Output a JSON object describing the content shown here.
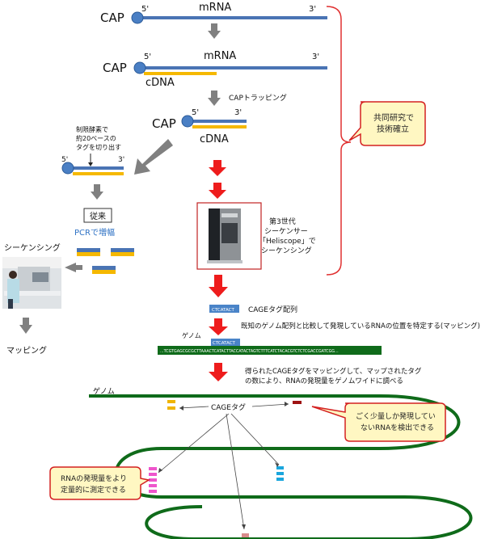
{
  "labels": {
    "cap": "CAP",
    "five_prime": "5'",
    "three_prime": "3'",
    "mrna": "mRNA",
    "cdna": "cDNA",
    "cap_trapping": "CAPトラッピング",
    "restriction": [
      "制限酵素で",
      "約20ベースの",
      "タグを切り出す"
    ],
    "conventional": "従来",
    "pcr": "PCRで増幅",
    "sequencing_left": "シーケンシング",
    "mapping_left": "マッピング",
    "third_gen": [
      "第3世代",
      "シーケンサー",
      "「Heliscope」で",
      "シーケンシング"
    ],
    "cage_tag_seq": "CAGEタグ配列",
    "tag_seq": "CTCATACT",
    "genome": "ゲノム",
    "genome_mapping_desc": "既知のゲノム配列と比較して発現しているRNAの位置を特定する(マッピング)",
    "genome_sequence": "...TCGTGAGCGCGCTTAAACTCATACTTACCATACTAGTCTTTCATCTACACGTCTCTCGACCGATCGG...",
    "count_desc": [
      "得られたCAGEタグをマッピングして、マップされたタグ",
      "の数により、RNAの発現量をゲノムワイドに調べる"
    ],
    "cage_tag": "CAGEタグ"
  },
  "callouts": {
    "joint": [
      "共同研究で",
      "技術確立"
    ],
    "rare": [
      "ごく少量しか発現してい",
      "ないRNAを検出できる"
    ],
    "quant": [
      "RNAの発現量をより",
      "定量的に測定できる"
    ]
  },
  "colors": {
    "strand_blue": "#4a74b4",
    "cdna_yellow": "#f5b800",
    "cap_blue": "#4a7fc4",
    "genome_green": "#0f6b1a",
    "arrow_red": "#ee1c1c",
    "arrow_gray": "#808080",
    "callout_fill": "#fff7c2",
    "callout_border": "#d42020",
    "bracket": "#e03030",
    "tag_yellow": "#f0b400",
    "tag_darkred": "#9e1212",
    "tag_pink": "#ee55cc",
    "tag_cyan": "#1aa6dd",
    "tag_rose": "#d98c8c"
  }
}
